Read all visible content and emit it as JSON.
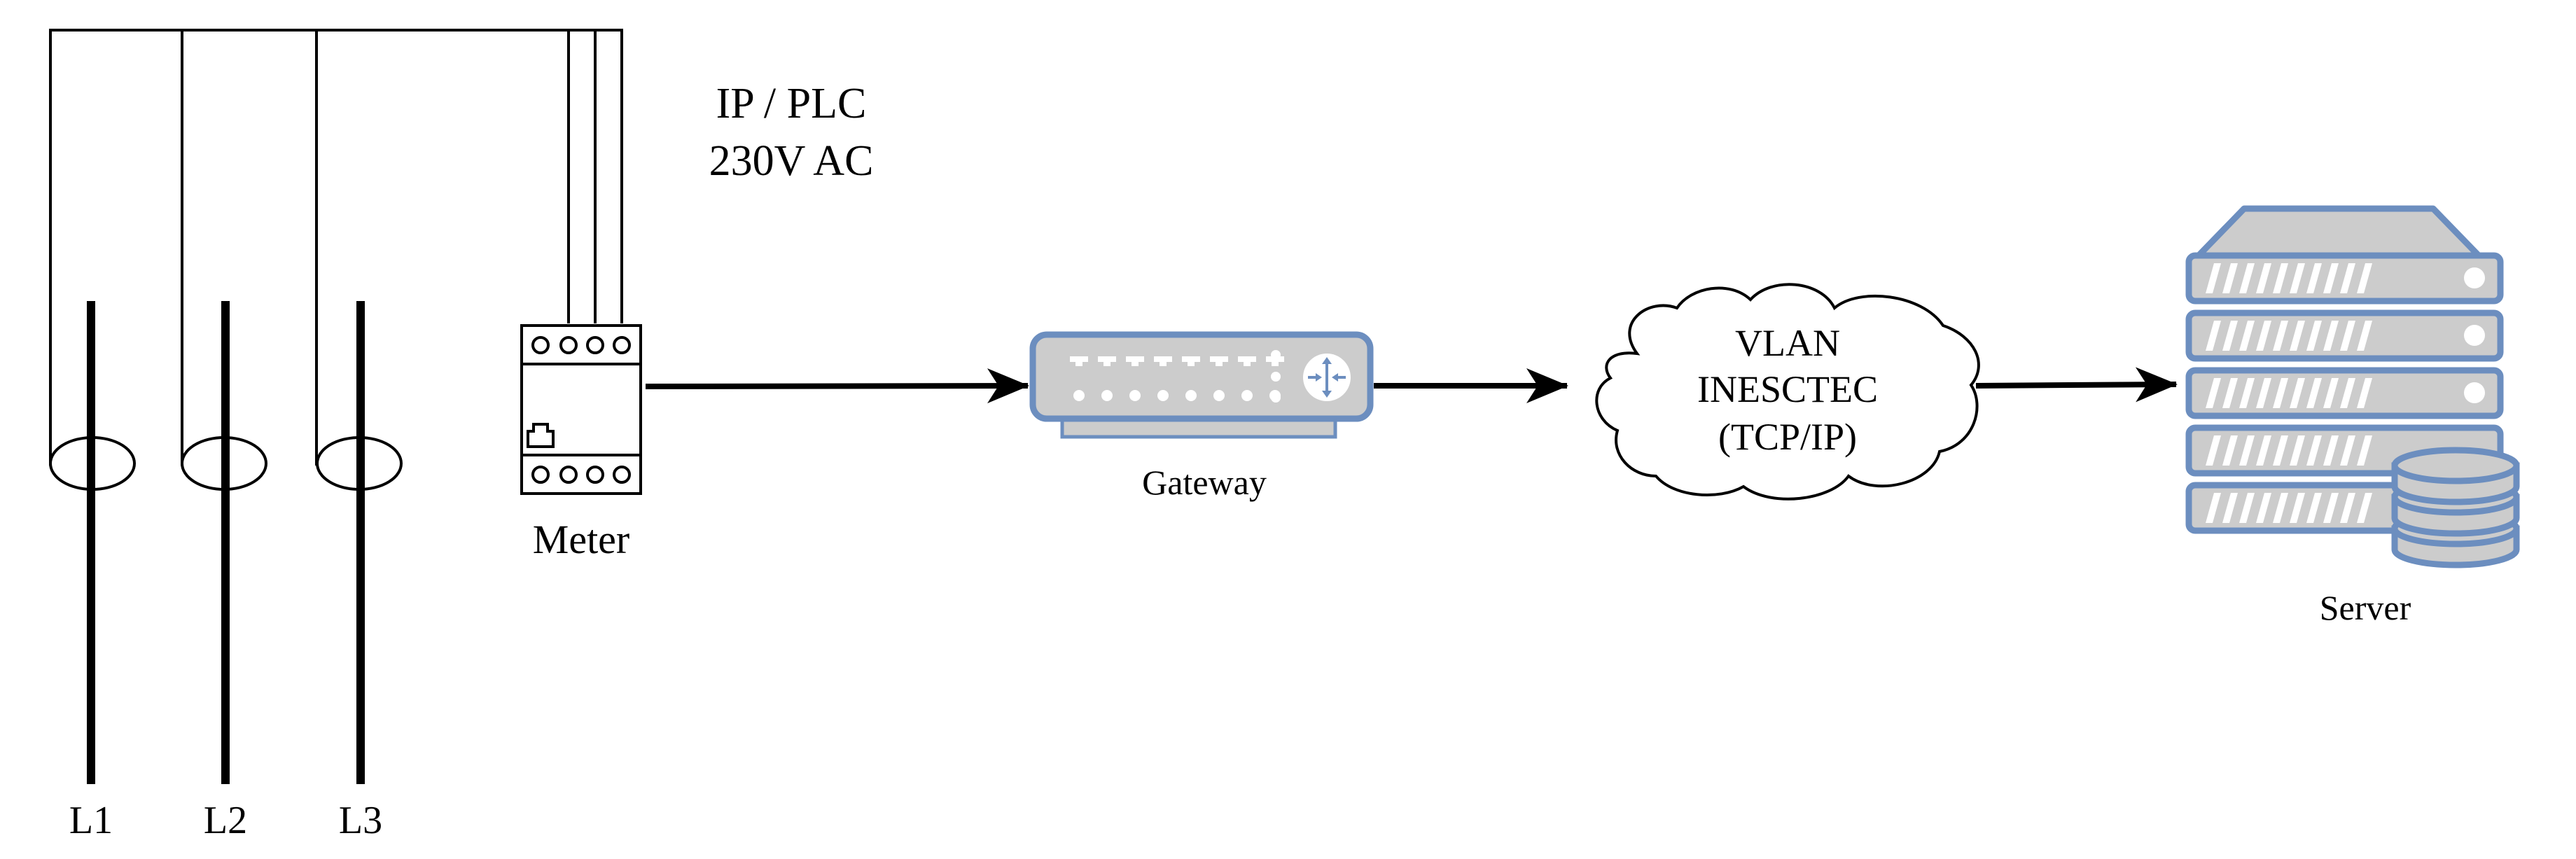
{
  "labels": {
    "protocol_line1": "IP / PLC",
    "protocol_line2": "230V AC",
    "meter": "Meter",
    "gateway": "Gateway",
    "cloud_line1": "VLAN",
    "cloud_line2": "INESCTEC",
    "cloud_line3": "(TCP/IP)",
    "server": "Server"
  },
  "phases": [
    "L1",
    "L2",
    "L3"
  ],
  "icons": {
    "meter": "energy-meter-icon",
    "gateway": "router-gateway-icon",
    "cloud": "network-cloud-icon",
    "server": "server-rack-database-icon"
  },
  "colors": {
    "device_fill": "#cccccc",
    "device_stroke": "#6c8ebf",
    "line": "#000000"
  }
}
